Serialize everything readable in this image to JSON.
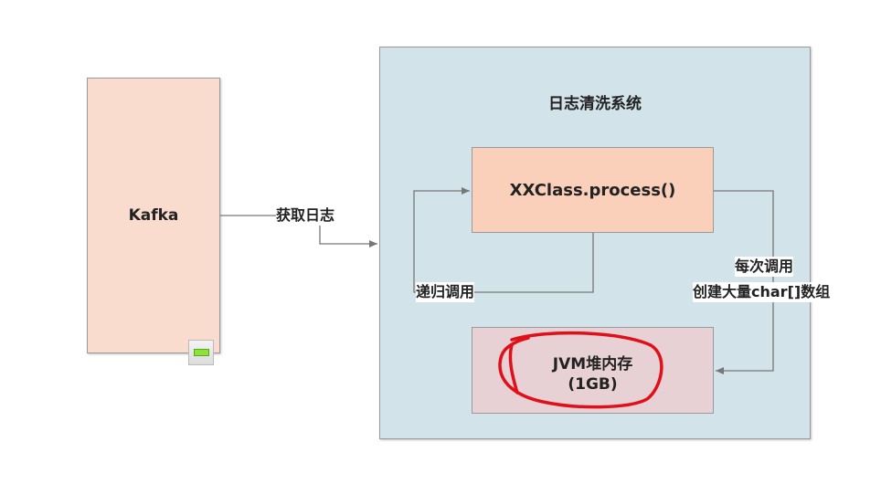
{
  "nodes": {
    "kafka": "Kafka",
    "system_title": "日志清洗系统",
    "process": "XXClass.process()",
    "jvm_line1": "JVM堆内存",
    "jvm_line2": "(1GB)"
  },
  "edges": {
    "fetch_logs": "获取日志",
    "recursive_call": "递归调用",
    "each_call_line1": "每次调用",
    "each_call_line2": "创建大量char[]数组"
  },
  "colors": {
    "kafka_fill": "#fadccf",
    "system_fill": "#d3e3ea",
    "process_fill": "#fbd0bb",
    "jvm_fill": "#e8d1d4",
    "connector": "#777777",
    "highlight_ring": "#e0101a"
  }
}
